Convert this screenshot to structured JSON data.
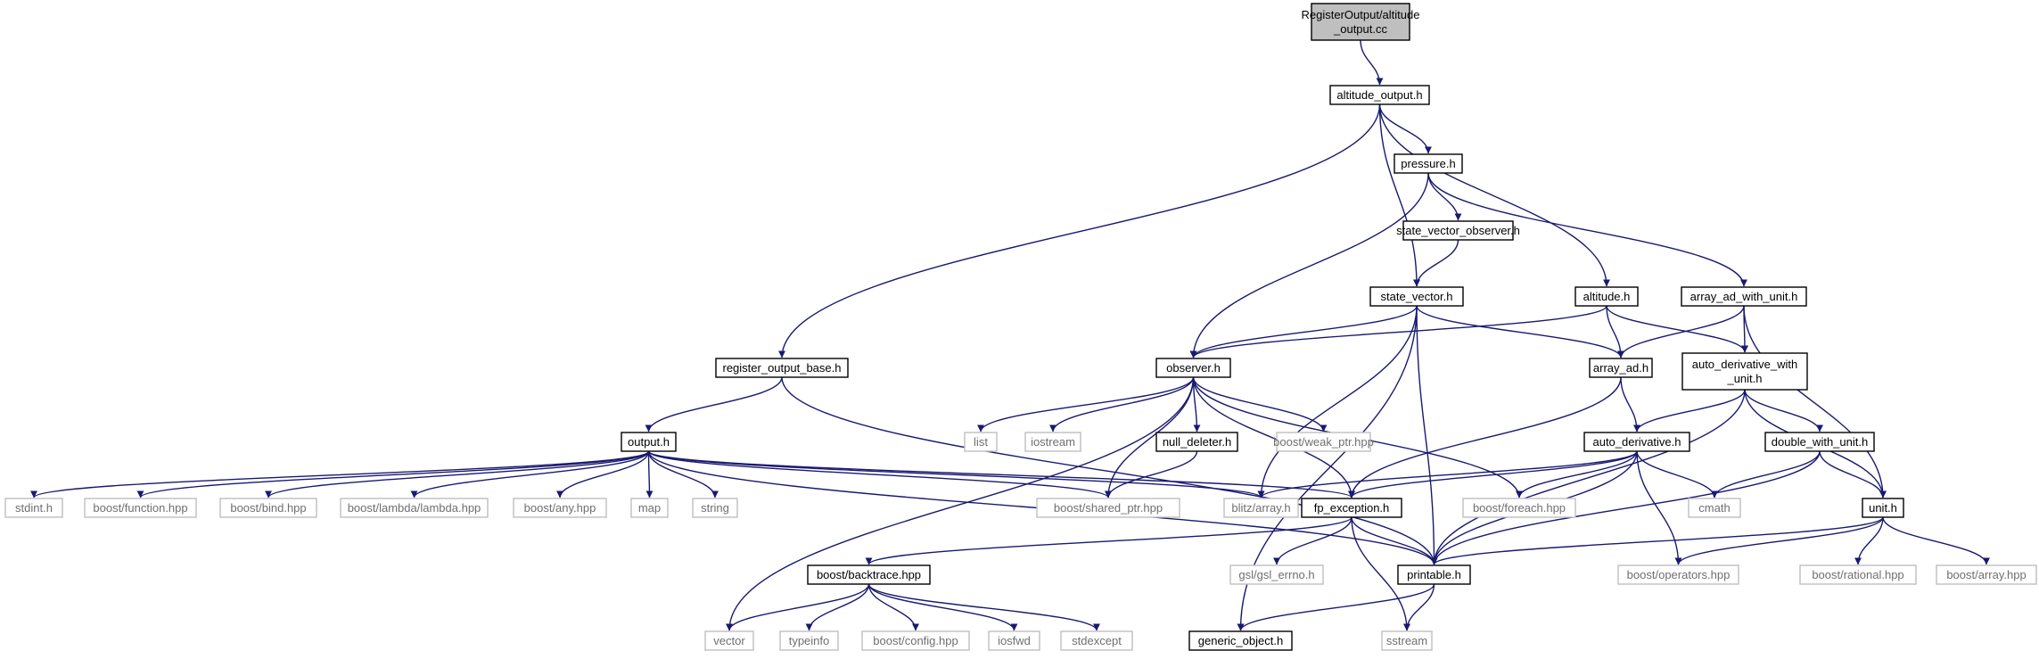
{
  "colors": {
    "edge": "#191970",
    "root_fill": "#bfbfbf",
    "root_border": "#000000",
    "local_border": "#000000",
    "external_border": "#bfbfbf",
    "external_text": "#6f6f6f"
  },
  "nodes": [
    {
      "id": "root",
      "lines": [
        "RegisterOutput/altitude",
        "_output.cc"
      ],
      "kind": "root"
    },
    {
      "id": "altitude_output_h",
      "lines": [
        "altitude_output.h"
      ],
      "kind": "local"
    },
    {
      "id": "pressure_h",
      "lines": [
        "pressure.h"
      ],
      "kind": "local"
    },
    {
      "id": "state_vector_observer_h",
      "lines": [
        "state_vector_observer.h"
      ],
      "kind": "local"
    },
    {
      "id": "state_vector_h",
      "lines": [
        "state_vector.h"
      ],
      "kind": "local"
    },
    {
      "id": "altitude_h",
      "lines": [
        "altitude.h"
      ],
      "kind": "local"
    },
    {
      "id": "array_ad_with_unit_h",
      "lines": [
        "array_ad_with_unit.h"
      ],
      "kind": "local"
    },
    {
      "id": "register_output_base_h",
      "lines": [
        "register_output_base.h"
      ],
      "kind": "local"
    },
    {
      "id": "observer_h",
      "lines": [
        "observer.h"
      ],
      "kind": "local"
    },
    {
      "id": "array_ad_h",
      "lines": [
        "array_ad.h"
      ],
      "kind": "local"
    },
    {
      "id": "auto_derivative_with_unit_h",
      "lines": [
        "auto_derivative_with",
        "_unit.h"
      ],
      "kind": "local"
    },
    {
      "id": "output_h",
      "lines": [
        "output.h"
      ],
      "kind": "local"
    },
    {
      "id": "list",
      "lines": [
        "list"
      ],
      "kind": "external"
    },
    {
      "id": "iostream",
      "lines": [
        "iostream"
      ],
      "kind": "external"
    },
    {
      "id": "null_deleter_h",
      "lines": [
        "null_deleter.h"
      ],
      "kind": "local"
    },
    {
      "id": "boost_weak_ptr",
      "lines": [
        "boost/weak_ptr.hpp"
      ],
      "kind": "external"
    },
    {
      "id": "auto_derivative_h",
      "lines": [
        "auto_derivative.h"
      ],
      "kind": "local"
    },
    {
      "id": "double_with_unit_h",
      "lines": [
        "double_with_unit.h"
      ],
      "kind": "local"
    },
    {
      "id": "stdint_h",
      "lines": [
        "stdint.h"
      ],
      "kind": "external"
    },
    {
      "id": "boost_function",
      "lines": [
        "boost/function.hpp"
      ],
      "kind": "external"
    },
    {
      "id": "boost_bind",
      "lines": [
        "boost/bind.hpp"
      ],
      "kind": "external"
    },
    {
      "id": "boost_lambda",
      "lines": [
        "boost/lambda/lambda.hpp"
      ],
      "kind": "external"
    },
    {
      "id": "boost_any",
      "lines": [
        "boost/any.hpp"
      ],
      "kind": "external"
    },
    {
      "id": "map",
      "lines": [
        "map"
      ],
      "kind": "external"
    },
    {
      "id": "string",
      "lines": [
        "string"
      ],
      "kind": "external"
    },
    {
      "id": "boost_shared_ptr",
      "lines": [
        "boost/shared_ptr.hpp"
      ],
      "kind": "external"
    },
    {
      "id": "blitz_array",
      "lines": [
        "blitz/array.h"
      ],
      "kind": "external"
    },
    {
      "id": "fp_exception_h",
      "lines": [
        "fp_exception.h"
      ],
      "kind": "local"
    },
    {
      "id": "boost_foreach",
      "lines": [
        "boost/foreach.hpp"
      ],
      "kind": "external"
    },
    {
      "id": "cmath",
      "lines": [
        "cmath"
      ],
      "kind": "external"
    },
    {
      "id": "unit_h",
      "lines": [
        "unit.h"
      ],
      "kind": "local"
    },
    {
      "id": "boost_backtrace",
      "lines": [
        "boost/backtrace.hpp"
      ],
      "kind": "local"
    },
    {
      "id": "gsl_errno",
      "lines": [
        "gsl/gsl_errno.h"
      ],
      "kind": "external"
    },
    {
      "id": "printable_h",
      "lines": [
        "printable.h"
      ],
      "kind": "local"
    },
    {
      "id": "boost_operators",
      "lines": [
        "boost/operators.hpp"
      ],
      "kind": "external"
    },
    {
      "id": "boost_rational",
      "lines": [
        "boost/rational.hpp"
      ],
      "kind": "external"
    },
    {
      "id": "boost_array",
      "lines": [
        "boost/array.hpp"
      ],
      "kind": "external"
    },
    {
      "id": "vector",
      "lines": [
        "vector"
      ],
      "kind": "external"
    },
    {
      "id": "typeinfo",
      "lines": [
        "typeinfo"
      ],
      "kind": "external"
    },
    {
      "id": "boost_config",
      "lines": [
        "boost/config.hpp"
      ],
      "kind": "external"
    },
    {
      "id": "iosfwd",
      "lines": [
        "iosfwd"
      ],
      "kind": "external"
    },
    {
      "id": "stdexcept",
      "lines": [
        "stdexcept"
      ],
      "kind": "external"
    },
    {
      "id": "generic_object_h",
      "lines": [
        "generic_object.h"
      ],
      "kind": "local"
    },
    {
      "id": "sstream",
      "lines": [
        "sstream"
      ],
      "kind": "external"
    }
  ],
  "edges": [
    [
      "root",
      "altitude_output_h"
    ],
    [
      "altitude_output_h",
      "pressure_h"
    ],
    [
      "altitude_output_h",
      "state_vector_h"
    ],
    [
      "altitude_output_h",
      "altitude_h"
    ],
    [
      "altitude_output_h",
      "register_output_base_h"
    ],
    [
      "pressure_h",
      "state_vector_observer_h"
    ],
    [
      "pressure_h",
      "observer_h"
    ],
    [
      "pressure_h",
      "array_ad_with_unit_h"
    ],
    [
      "state_vector_observer_h",
      "state_vector_h"
    ],
    [
      "state_vector_h",
      "observer_h"
    ],
    [
      "state_vector_h",
      "array_ad_h"
    ],
    [
      "state_vector_h",
      "blitz_array"
    ],
    [
      "state_vector_h",
      "printable_h"
    ],
    [
      "state_vector_h",
      "generic_object_h"
    ],
    [
      "altitude_h",
      "observer_h"
    ],
    [
      "altitude_h",
      "array_ad_h"
    ],
    [
      "altitude_h",
      "auto_derivative_with_unit_h"
    ],
    [
      "array_ad_with_unit_h",
      "array_ad_h"
    ],
    [
      "array_ad_with_unit_h",
      "auto_derivative_with_unit_h"
    ],
    [
      "array_ad_with_unit_h",
      "unit_h"
    ],
    [
      "register_output_base_h",
      "output_h"
    ],
    [
      "register_output_base_h",
      "printable_h"
    ],
    [
      "observer_h",
      "list"
    ],
    [
      "observer_h",
      "iostream"
    ],
    [
      "observer_h",
      "null_deleter_h"
    ],
    [
      "observer_h",
      "boost_weak_ptr"
    ],
    [
      "observer_h",
      "boost_shared_ptr"
    ],
    [
      "observer_h",
      "vector"
    ],
    [
      "observer_h",
      "boost_foreach"
    ],
    [
      "observer_h",
      "fp_exception_h"
    ],
    [
      "null_deleter_h",
      "boost_shared_ptr"
    ],
    [
      "array_ad_h",
      "auto_derivative_h"
    ],
    [
      "array_ad_h",
      "fp_exception_h"
    ],
    [
      "auto_derivative_with_unit_h",
      "auto_derivative_h"
    ],
    [
      "auto_derivative_with_unit_h",
      "double_with_unit_h"
    ],
    [
      "auto_derivative_with_unit_h",
      "unit_h"
    ],
    [
      "auto_derivative_with_unit_h",
      "printable_h"
    ],
    [
      "output_h",
      "stdint_h"
    ],
    [
      "output_h",
      "boost_function"
    ],
    [
      "output_h",
      "boost_bind"
    ],
    [
      "output_h",
      "boost_lambda"
    ],
    [
      "output_h",
      "boost_any"
    ],
    [
      "output_h",
      "map"
    ],
    [
      "output_h",
      "string"
    ],
    [
      "output_h",
      "boost_shared_ptr"
    ],
    [
      "output_h",
      "blitz_array"
    ],
    [
      "output_h",
      "fp_exception_h"
    ],
    [
      "output_h",
      "printable_h"
    ],
    [
      "auto_derivative_h",
      "blitz_array"
    ],
    [
      "auto_derivative_h",
      "fp_exception_h"
    ],
    [
      "auto_derivative_h",
      "boost_foreach"
    ],
    [
      "auto_derivative_h",
      "cmath"
    ],
    [
      "auto_derivative_h",
      "boost_operators"
    ],
    [
      "auto_derivative_h",
      "printable_h"
    ],
    [
      "double_with_unit_h",
      "cmath"
    ],
    [
      "double_with_unit_h",
      "unit_h"
    ],
    [
      "double_with_unit_h",
      "printable_h"
    ],
    [
      "unit_h",
      "boost_rational"
    ],
    [
      "unit_h",
      "boost_array"
    ],
    [
      "unit_h",
      "boost_operators"
    ],
    [
      "unit_h",
      "printable_h"
    ],
    [
      "fp_exception_h",
      "boost_backtrace"
    ],
    [
      "fp_exception_h",
      "gsl_errno"
    ],
    [
      "fp_exception_h",
      "printable_h"
    ],
    [
      "fp_exception_h",
      "sstream"
    ],
    [
      "boost_backtrace",
      "vector"
    ],
    [
      "boost_backtrace",
      "typeinfo"
    ],
    [
      "boost_backtrace",
      "boost_config"
    ],
    [
      "boost_backtrace",
      "iosfwd"
    ],
    [
      "boost_backtrace",
      "stdexcept"
    ],
    [
      "printable_h",
      "generic_object_h"
    ],
    [
      "printable_h",
      "sstream"
    ]
  ]
}
